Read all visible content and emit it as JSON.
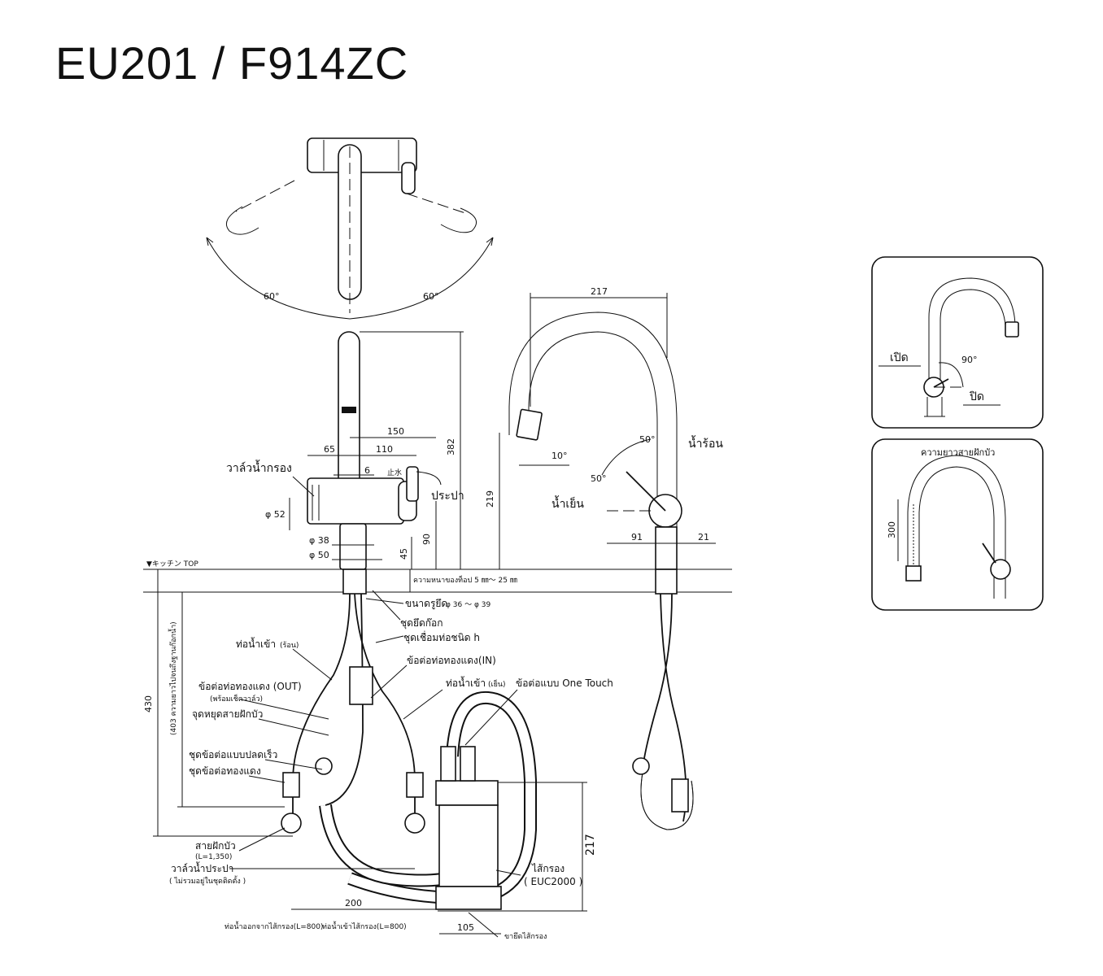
{
  "title": "EU201 / F914ZC",
  "top_view": {
    "angle_left": "60°",
    "angle_right": "60°"
  },
  "front_view": {
    "dims": {
      "d150": "150",
      "d65": "65",
      "d110": "110",
      "d6": "6",
      "d382": "382",
      "d52": "φ 52",
      "d38": "φ 38",
      "d50": "φ 50",
      "d90": "90",
      "d45": "45"
    },
    "labels": {
      "filter_valve": "วาล์วน้ำกรอง",
      "tap_water": "ประปา",
      "stop": "止水"
    }
  },
  "side_view": {
    "dims": {
      "d217": "217",
      "d219": "219",
      "d91": "91",
      "d21": "21",
      "a10": "10°",
      "a50a": "50°",
      "a50b": "50°"
    },
    "labels": {
      "hot": "น้ำร้อน",
      "cold": "น้ำเย็น"
    }
  },
  "counter": {
    "top_label": "▼キッチン TOP",
    "thickness": "ความหนาของท็อป 5 ㎜～ 25 ㎜",
    "hole_size": "ขนาดรูยึด",
    "hole_range": "φ 36 ～ φ 39"
  },
  "under_labels": {
    "fixing": "ชุดยึดก๊อก",
    "h_connector": "ชุดเชื่อมท่อชนิด h",
    "copper_in": "ข้อต่อท่อทองแดง(IN)",
    "inlet_pipe_top": "ท่อน้ำเข้า",
    "inlet_pipe_top_note": "(ร้อน)",
    "inlet_pipe_right": "ท่อน้ำเข้า",
    "inlet_pipe_right_note": "(เย็น)",
    "one_touch": "ข้อต่อแบบ One Touch",
    "copper_out": "ข้อต่อท่อทองแดง (OUT)",
    "copper_out_note": "(พร้อมเช็ควาล์ว)",
    "hose_stop": "จุดหยุดสายฝักบัว",
    "quick_release": "ชุดข้อต่อแบบปลดเร็ว",
    "copper_set": "ชุดข้อต่อทองแดง",
    "shower_hose": "สายฝักบัว",
    "shower_hose_len": "(L=1,350)",
    "tap_valve": "วาล์วน้ำประปา",
    "tap_valve_note": "( ไม่รวมอยู่ในชุดติดตั้ง )",
    "filter_core": "ไส้กรอง",
    "filter_model": "( EUC2000 )",
    "filter_bracket": "ขายึดไส้กรอง",
    "outlet_hose": "ท่อน้ำออกจากไส้กรอง(L=800)",
    "inlet_hose": "ท่อน้ำเข้าไส้กรอง(L=800)",
    "d430": "430",
    "d403": "(403 ความยาวไปจนถึงฐานก๊อกน้ำ)",
    "d200": "200",
    "d105": "105",
    "d217": "217"
  },
  "inset_lever": {
    "open": "เปิด",
    "close": "ปิด",
    "angle": "90°"
  },
  "inset_hose": {
    "title": "ความยาวสายฝักบัว",
    "length": "300"
  }
}
